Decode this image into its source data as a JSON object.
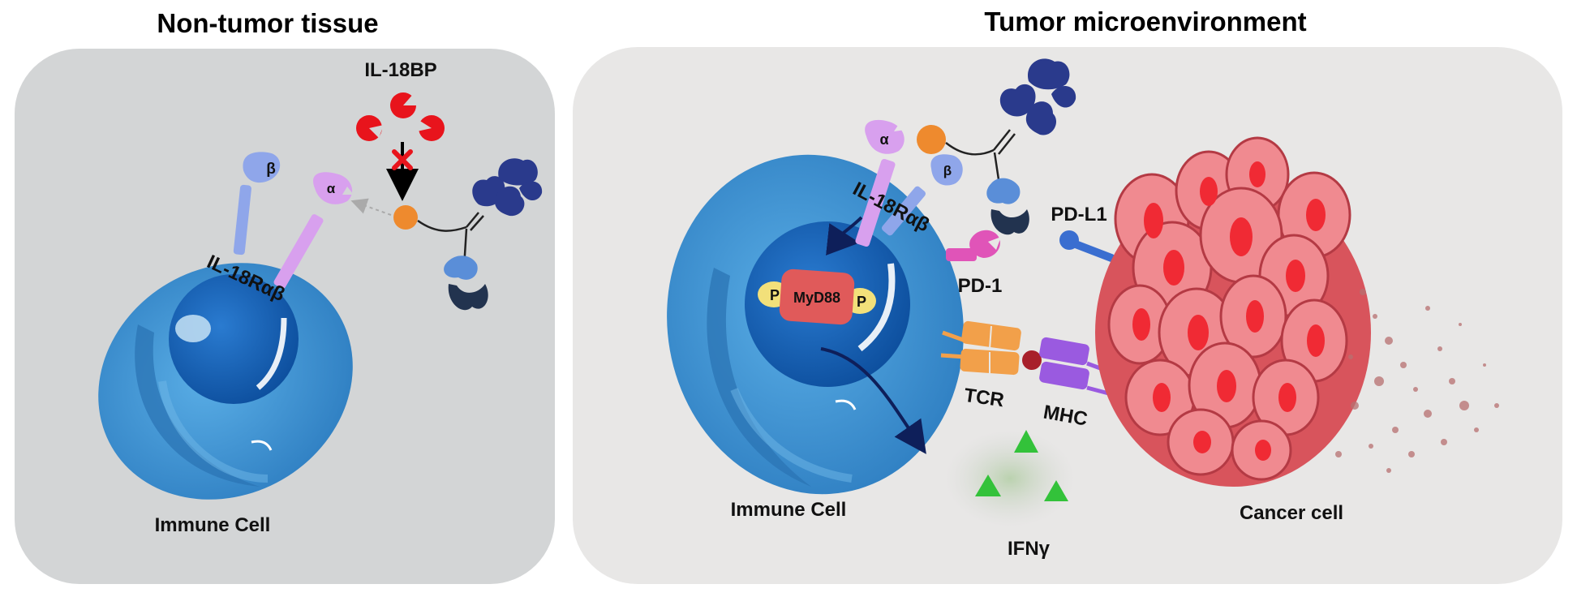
{
  "panels": {
    "left": {
      "title": "Non-tumor tissue",
      "labels": {
        "il18bp": "IL-18BP",
        "receptor": "IL-18Rαβ",
        "alpha": "α",
        "beta": "β",
        "immune_cell": "Immune Cell"
      }
    },
    "right": {
      "title": "Tumor microenvironment",
      "labels": {
        "alpha": "α",
        "beta": "β",
        "receptor": "IL-18Rαβ",
        "myd88": "MyD88",
        "phospho": "P",
        "pd1": "PD-1",
        "pdl1": "PD-L1",
        "tcr": "TCR",
        "mhc": "MHC",
        "immune_cell": "Immune Cell",
        "ifn": "IFNγ",
        "cancer_cell": "Cancer cell"
      }
    }
  },
  "colors": {
    "left_panel": "#d3d5d6",
    "right_panel": "#e8e7e6",
    "cell_outer": "#3a8fce",
    "cell_nucleus": "#1560b0",
    "alpha_chain": "#d8a0ee",
    "beta_chain": "#8fa6ea",
    "il18bp": "#e8141c",
    "il18": "#ee8a2e",
    "antibody": "#2a3a8c",
    "myd88": "#e05a5a",
    "phospho": "#f2e07a",
    "pd1": "#e054b8",
    "pdl1": "#3a6ed0",
    "tcr": "#f2a04a",
    "mhc": "#9a5ae0",
    "cancer": "#e0646c",
    "ifn": "#33c23a"
  }
}
